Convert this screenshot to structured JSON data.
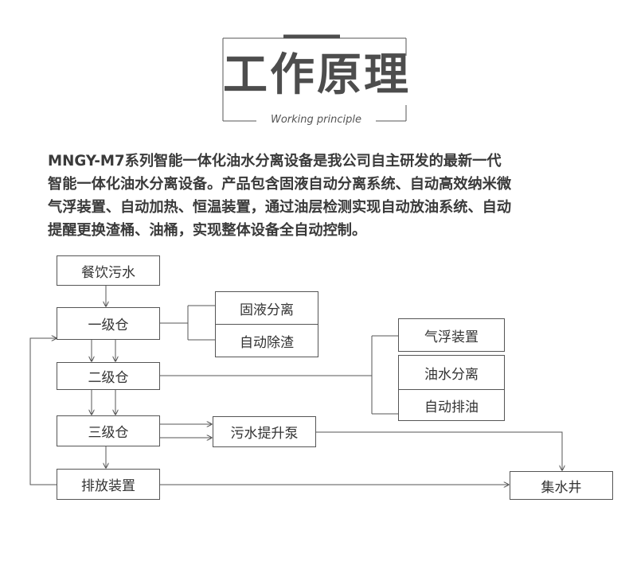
{
  "header": {
    "title": "工作原理",
    "subtitle": "Working principle"
  },
  "description": {
    "lines": [
      "MNGY-M7系列智能一体化油水分离设备是我公司自主研发的最新一代",
      "智能一体化油水分离设备。产品包含固液自动分离系统、自动高效纳米微",
      "气浮装置、自动加热、恒温装置，通过油层检测实现自动放油系统、自动",
      "提醒更换渣桶、油桶，实现整体设备全自动控制。"
    ]
  },
  "diagram": {
    "nodes": {
      "wastewater": "餐饮污水",
      "stage1": "一级仓",
      "stage2": "二级仓",
      "stage3": "三级仓",
      "discharge": "排放装置",
      "solid_liquid": "固液分离",
      "auto_slag": "自动除渣",
      "air_float": "气浮装置",
      "oil_water": "油水分离",
      "auto_oil": "自动排油",
      "lift_pump": "污水提升泵",
      "sump": "集水井"
    },
    "colors": {
      "line": "#555555",
      "text": "#333333"
    }
  }
}
